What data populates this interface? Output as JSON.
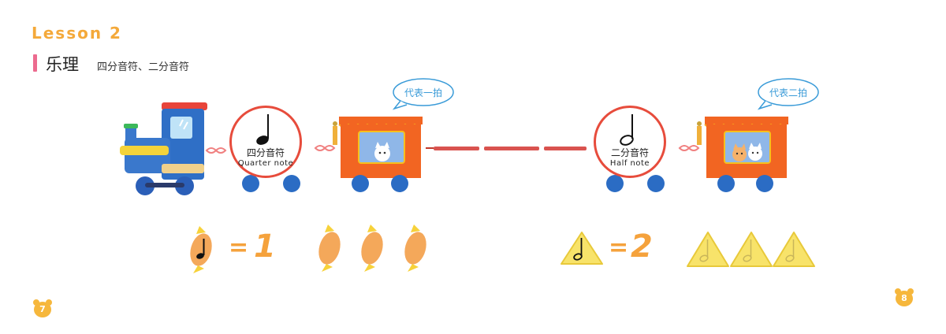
{
  "header": {
    "lesson": "Lesson 2",
    "title": "乐理",
    "subtitle": "四分音符、二分音符"
  },
  "quarter": {
    "cn": "四分音符",
    "en": "Quarter note",
    "bubble": "代表一拍",
    "equals": "=",
    "count": "1"
  },
  "half": {
    "cn": "二分音符",
    "en": "Half note",
    "bubble": "代表二拍",
    "equals": "=",
    "count": "2"
  },
  "pages": {
    "left": "7",
    "right": "8"
  },
  "colors": {
    "lesson": "#f4a93a",
    "accent_bar": "#ec6b8f",
    "circle_border": "#e74c3c",
    "bubble_text": "#3a9bd8",
    "number": "#f5a23c",
    "wagon": "#f26522",
    "wheel": "#2b6cc4"
  },
  "icons": [
    "train-engine-icon",
    "quarter-note-icon",
    "half-note-icon",
    "candy-icon",
    "cheese-icon",
    "cat-icon",
    "lantern-icon",
    "bear-page-badge-icon"
  ]
}
